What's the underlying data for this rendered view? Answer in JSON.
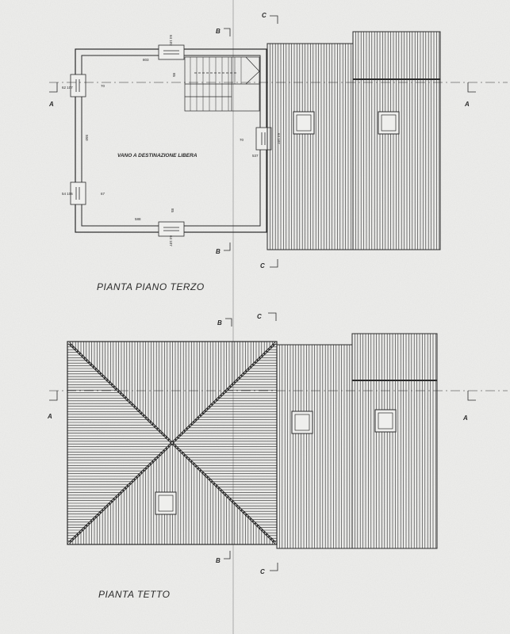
{
  "titles": {
    "third_floor": "PIANTA PIANO TERZO",
    "roof": "PIANTA TETTO"
  },
  "room_label": "VANO A DESTINAZIONE LIBERA",
  "section_marks": {
    "a": "A",
    "b": "B",
    "c": "C"
  },
  "dimensions": {
    "top_window": "803",
    "top_window_side": "85",
    "top_window_above": "64 107",
    "left_window_a": "62 107",
    "left_window_a_in": "70",
    "left_wall": "550",
    "left_window_b": "54 106",
    "left_window_b_in": "67",
    "right_window": "70",
    "right_window_side": "64 107",
    "right_wall": "537",
    "bottom_wall": "588",
    "bottom_window_side": "85",
    "bottom_window_below": "64 107"
  },
  "colors": {
    "paper": "#efefed",
    "ink": "#2a2a2a"
  }
}
